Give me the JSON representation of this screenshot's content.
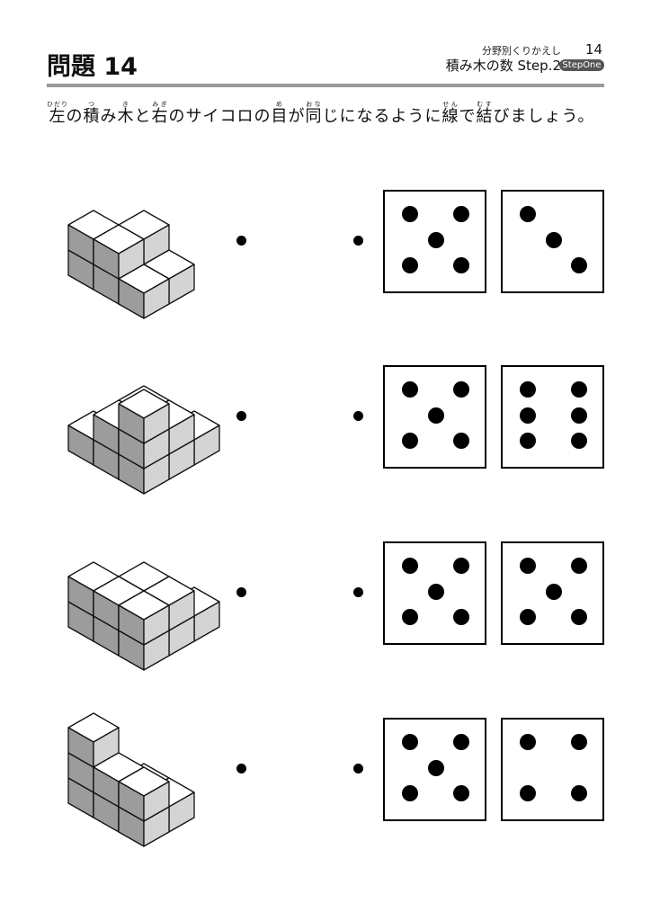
{
  "header": {
    "title": "問題 14",
    "category": "分野別くりかえし",
    "unit": "積み木の数 Step.2",
    "page_number": "14",
    "badge": "StepOne"
  },
  "instruction": [
    {
      "t": "左",
      "r": "ひだり"
    },
    {
      "t": "の"
    },
    {
      "t": "積",
      "r": "つ"
    },
    {
      "t": "み"
    },
    {
      "t": "木",
      "r": "き"
    },
    {
      "t": "と"
    },
    {
      "t": "右",
      "r": "みぎ"
    },
    {
      "t": "のサイコロの"
    },
    {
      "t": "目",
      "r": "め"
    },
    {
      "t": "が"
    },
    {
      "t": "同",
      "r": "おな"
    },
    {
      "t": "じになるように"
    },
    {
      "t": "線",
      "r": "せん"
    },
    {
      "t": "で"
    },
    {
      "t": "結",
      "r": "むす"
    },
    {
      "t": "びましょう。"
    }
  ],
  "rows": [
    {
      "dice": [
        5,
        3
      ]
    },
    {
      "dice": [
        5,
        6
      ]
    },
    {
      "dice": [
        5,
        5
      ]
    },
    {
      "dice": [
        5,
        4
      ]
    }
  ]
}
